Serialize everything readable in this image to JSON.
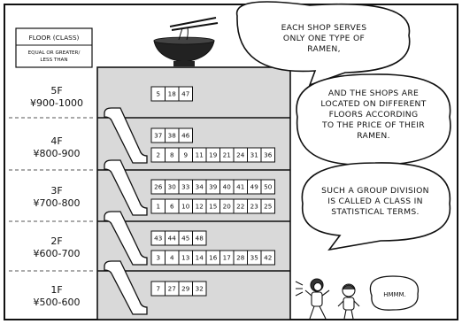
{
  "legend": {
    "title": "FLOOR (CLASS)",
    "subtitle_line1": "EQUAL OR GREATER/",
    "subtitle_line2": "LESS THAN"
  },
  "floors": [
    {
      "label": "5F",
      "price": "¥900-1000",
      "shops": [
        [
          "5",
          "18",
          "47"
        ]
      ]
    },
    {
      "label": "4F",
      "price": "¥800-900",
      "shops": [
        [
          "37",
          "38",
          "46"
        ],
        [
          "2",
          "8",
          "9",
          "11",
          "19",
          "21",
          "24",
          "31",
          "36"
        ]
      ]
    },
    {
      "label": "3F",
      "price": "¥700-800",
      "shops": [
        [
          "26",
          "30",
          "33",
          "34",
          "39",
          "40",
          "41",
          "49",
          "50"
        ],
        [
          "1",
          "6",
          "10",
          "12",
          "15",
          "20",
          "22",
          "23",
          "25"
        ]
      ]
    },
    {
      "label": "2F",
      "price": "¥600-700",
      "shops": [
        [
          "43",
          "44",
          "45",
          "48"
        ],
        [
          "3",
          "4",
          "13",
          "14",
          "16",
          "17",
          "28",
          "35",
          "42"
        ]
      ]
    },
    {
      "label": "1F",
      "price": "¥500-600",
      "shops": [
        [
          "7",
          "27",
          "29",
          "32"
        ]
      ]
    }
  ],
  "bubbles": {
    "top": [
      "EACH SHOP SERVES",
      "ONLY ONE TYPE OF",
      "RAMEN,"
    ],
    "middle": [
      "AND THE SHOPS ARE",
      "LOCATED ON DIFFERENT",
      "FLOORS ACCORDING",
      "TO THE PRICE OF THEIR",
      "RAMEN."
    ],
    "bottom": [
      "SUCH A GROUP DIVISION",
      "IS CALLED A CLASS IN",
      "STATISTICAL TERMS."
    ],
    "small": [
      "HMMM."
    ]
  },
  "colors": {
    "ink": "#111111",
    "building": "#d9d9d9",
    "paper": "#ffffff",
    "bowl": "#222222"
  }
}
